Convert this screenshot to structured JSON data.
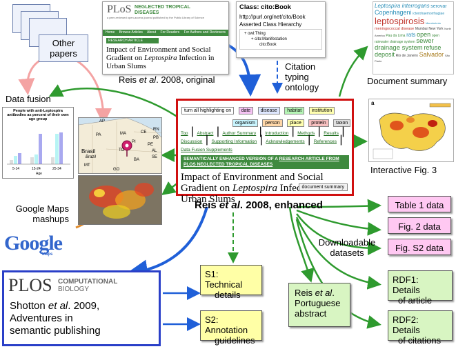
{
  "colors": {
    "blue_arrow": "#1f5fd8",
    "green_arrow": "#2e9a2e",
    "pink_arrow": "#f4a3a3",
    "orange_arrow": "#e08a2a",
    "enhanced_border": "#d01010",
    "plos_green": "#3f8a3f"
  },
  "other_papers": {
    "label": "Other papers"
  },
  "data_fusion": {
    "label": "Data fusion",
    "chart_title": "People with anti-Leptospira antibodies as percent of their own age group",
    "bars": [
      {
        "group": "5-14",
        "values": [
          "9%",
          "15%",
          "",
          "18%"
        ]
      },
      {
        "group": "15-24",
        "values": [
          "13%",
          "16%",
          "29%",
          ""
        ]
      },
      {
        "group": "25-34",
        "values": [
          "11%",
          "",
          "29%",
          "30%"
        ]
      }
    ],
    "x_axis_label": "Age"
  },
  "original": {
    "journal_line1": "PLoS",
    "journal_line2": "NEGLECTED TROPICAL DISEASES",
    "tagline": "a peer-reviewed open-access journal published by the Public Library of Science",
    "nav": [
      "Home",
      "Browse Articles",
      "About",
      "For Readers",
      "For Authors and Reviewers"
    ],
    "section": "RESEARCH ARTICLE",
    "title_part1": "Impact of Environment and Social Gradient on ",
    "title_italic": "Leptospira",
    "title_part2": " Infection in Urban Slums",
    "caption_part1": "Reis ",
    "caption_italic": "et al",
    "caption_part2": ". 2008, original"
  },
  "cito": {
    "class_label": "Class: cito:Book",
    "uri": "http://purl.org/net/cito/Book",
    "hierarchy_label": "Asserted Class Hierarchy",
    "h1": "+ owl:Thing",
    "h2": "+ cito:Manifestation",
    "h3": "cito:Book",
    "caption": "Citation typing ontology"
  },
  "summary": {
    "words": [
      "Leptospira interrogans",
      "serovar",
      "Copenhageni",
      "icterohaemorrhagiae",
      "leptospirosis",
      "Mannheimia",
      "meningococcal disease",
      "Mumbai",
      "New York",
      "North America",
      "Pau da Lima",
      "rats",
      "open",
      "open rainwater drainage system",
      "sewer drainage system",
      "refuse deposit",
      "Rio de Janeiro",
      "Salvador",
      "São Paulo"
    ],
    "caption": "Document summary"
  },
  "enhanced": {
    "buttons": [
      "turn all highlighting on",
      "date",
      "disease",
      "habitat",
      "institution",
      "organism",
      "person",
      "place",
      "protein",
      "taxon"
    ],
    "nav_links": [
      "Top",
      "Abstract",
      "Author Summary",
      "Introduction",
      "Methods",
      "Results",
      "Discussion",
      "Supporting Information",
      "Acknowledgements",
      "References",
      "Data Fusion Supplements"
    ],
    "banner_part1": "SEMANTICALLY ENHANCED VERSION OF A ",
    "banner_link": "RESEARCH ARTICLE FROM PLOS NEGLECTED TROPICAL DISEASES",
    "title_part1": "Impact of Environment and Social Gradient on ",
    "title_italic": "Leptospira",
    "title_part2": " Infection in Urban Slums",
    "summary_button": "document summary",
    "caption_part1": "Reis ",
    "caption_italic": "et al",
    "caption_part2": ". 2008, enhanced"
  },
  "brazil_map": {
    "labels": [
      "AP",
      "PA",
      "MA",
      "PI",
      "CE",
      "RN",
      "PB",
      "PE",
      "AL",
      "SE",
      "BA",
      "TO",
      "GO",
      "MT"
    ],
    "country": "Brasil",
    "country_italic": "Brazil"
  },
  "interactive": {
    "panel_letter": "a",
    "caption": "Interactive Fig. 3"
  },
  "google": {
    "caption_line1": "Google Maps",
    "caption_line2": "mashups",
    "logo": "Google",
    "logo_sub": "Maps"
  },
  "datasets": {
    "items": [
      "Table 1 data",
      "Fig. 2 data",
      "Fig. S2 data"
    ],
    "caption_line1": "Downloadable",
    "caption_line2": "datasets"
  },
  "rdf": {
    "items": [
      {
        "line1": "RDF1: Details",
        "line2": "of article"
      },
      {
        "line1": "RDF2: Details",
        "line2": "of citations"
      }
    ]
  },
  "plos_cb": {
    "logo": "PLOS",
    "journal_line1": "COMPUTATIONAL",
    "journal_line2": "BIOLOGY",
    "text_line1": "Shotton ",
    "text_italic": "et al",
    "text_line1b": ". 2009,",
    "text_line2": "Adventures in",
    "text_line3": "semantic publishing"
  },
  "supplements": {
    "s1_line1": "S1: Technical",
    "s1_line2": "details",
    "s2_line1": "S2: Annotation",
    "s2_line2": "guidelines"
  },
  "portuguese": {
    "line1a": "Reis ",
    "line1_italic": "et al",
    "line1b": ".",
    "line2": "Portuguese",
    "line3": "abstract"
  }
}
